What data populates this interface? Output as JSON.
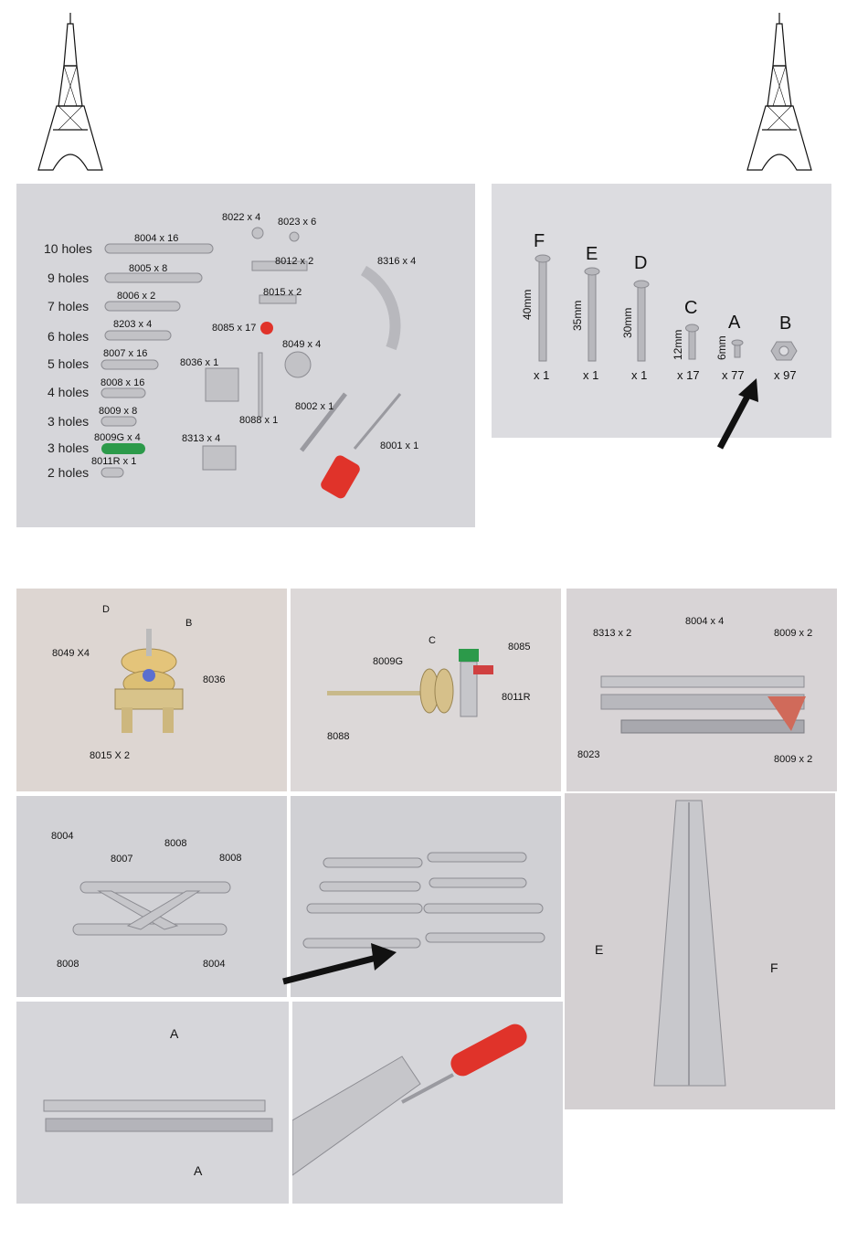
{
  "colors": {
    "photo_bg": "#d9d9dc",
    "metal": "#c8c8cc",
    "screwdriver": "#e0332a",
    "green_plate": "#2c9a4a",
    "arrow": "#111111"
  },
  "icons": [
    "eiffel-tower-icon",
    "eiffel-tower-icon",
    "arrow-icon",
    "arrow-icon"
  ],
  "parts": {
    "rows": [
      {
        "holes": "10 holes",
        "code": "8004 x 16"
      },
      {
        "holes": "9 holes",
        "code": "8005 x 8"
      },
      {
        "holes": "7 holes",
        "code": "8006 x 2"
      },
      {
        "holes": "6 holes",
        "code": "8203 x 4"
      },
      {
        "holes": "5 holes",
        "code": "8007 x 16"
      },
      {
        "holes": "4 holes",
        "code": "8008 x 16"
      },
      {
        "holes": "3 holes",
        "code": "8009 x 8"
      },
      {
        "holes": "3 holes",
        "code": "8009G x 4"
      },
      {
        "holes": "2 holes",
        "code": "8011R x 1"
      }
    ],
    "other": {
      "p8022": "8022 x 4",
      "p8023": "8023 x 6",
      "p8012": "8012 x 2",
      "p8015": "8015 x 2",
      "p8316": "8316 x 4",
      "p8085": "8085 x 17",
      "p8049": "8049 x 4",
      "p8036": "8036 x 1",
      "p8088": "8088 x 1",
      "p8002": "8002 x 1",
      "p8313": "8313 x 4",
      "p8001": "8001 x 1"
    }
  },
  "screws": [
    {
      "letter": "F",
      "size": "40mm",
      "qty": "x 1"
    },
    {
      "letter": "E",
      "size": "35mm",
      "qty": "x 1"
    },
    {
      "letter": "D",
      "size": "30mm",
      "qty": "x 1"
    },
    {
      "letter": "C",
      "size": "12mm",
      "qty": "x 17"
    },
    {
      "letter": "A",
      "size": "6mm",
      "qty": "x 77"
    },
    {
      "letter": "B",
      "size": "",
      "qty": "x 97"
    }
  ],
  "steps": {
    "s1": {
      "d": "D",
      "b": "B",
      "p8049": "8049 X4",
      "p8036": "8036",
      "p8015": "8015 X 2"
    },
    "s2": {
      "c": "C",
      "p8085": "8085",
      "p8009g": "8009G",
      "p8011r": "8011R",
      "p8088": "8088"
    },
    "s3": {
      "p8313": "8313 x 2",
      "p8004": "8004 x 4",
      "p8009a": "8009 x 2",
      "p8023": "8023",
      "p8009b": "8009 x 2"
    },
    "s4": {
      "a": "8004",
      "b": "8007",
      "c": "8008",
      "d": "8008",
      "e": "8008",
      "f": "8004"
    },
    "s6": {
      "e": "E",
      "f": "F"
    },
    "s7": {
      "a1": "A",
      "a2": "A"
    }
  }
}
